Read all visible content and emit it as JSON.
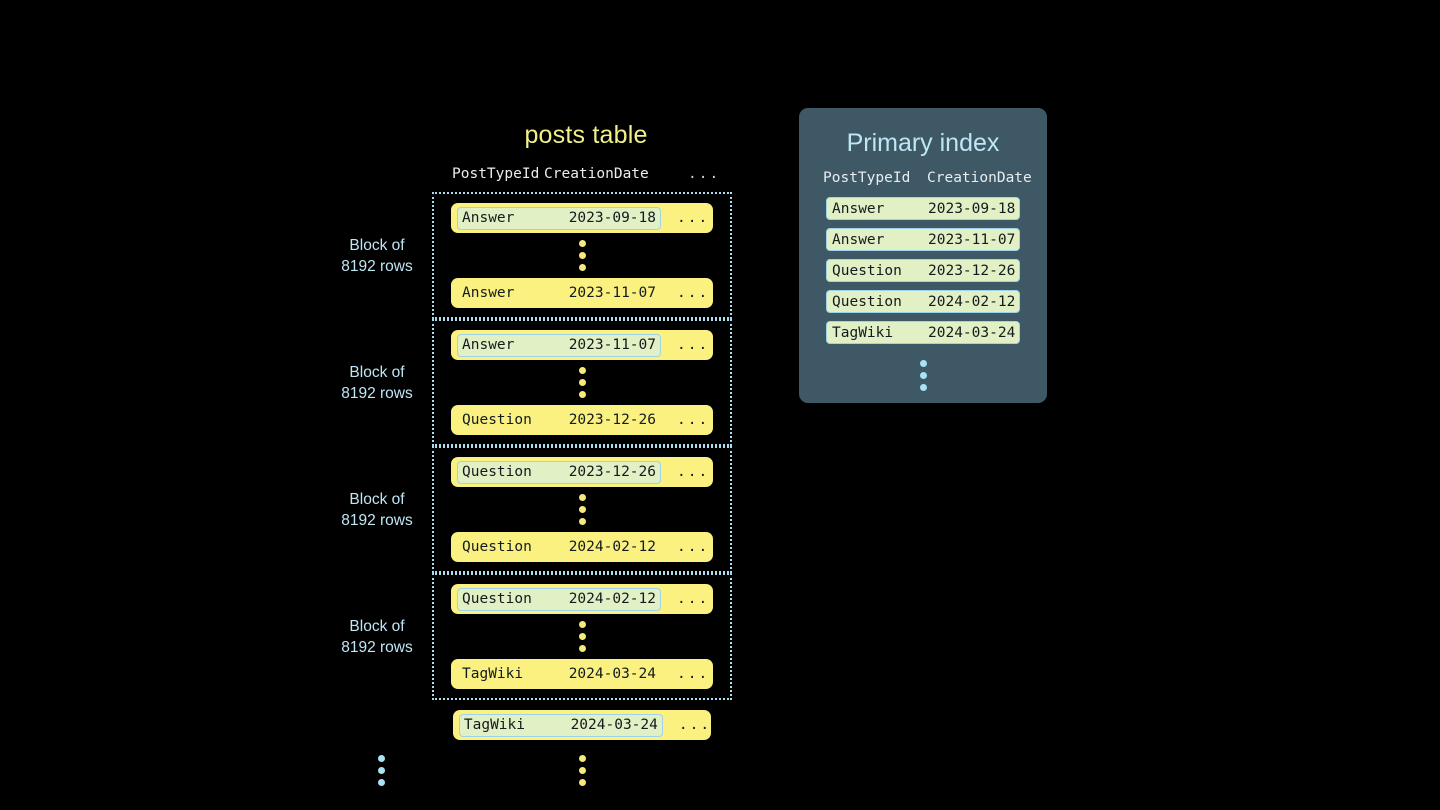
{
  "posts_table": {
    "title": "posts table",
    "columns": [
      "PostTypeId",
      "CreationDate",
      "..."
    ],
    "row_ellipsis": "...",
    "block_label": "Block of\n8192 rows",
    "block_label_line1": "Block of",
    "block_label_line2": "8192 rows",
    "blocks": [
      {
        "label_line1": "Block of",
        "label_line2": "8192 rows",
        "first_row": {
          "post_type_id": "Answer",
          "creation_date": "2023-09-18",
          "more": "...",
          "highlighted": true
        },
        "last_row": {
          "post_type_id": "Answer",
          "creation_date": "2023-11-07",
          "more": "...",
          "highlighted": false
        }
      },
      {
        "label_line1": "Block of",
        "label_line2": "8192 rows",
        "first_row": {
          "post_type_id": "Answer",
          "creation_date": "2023-11-07",
          "more": "...",
          "highlighted": true
        },
        "last_row": {
          "post_type_id": "Question",
          "creation_date": "2023-12-26",
          "more": "...",
          "highlighted": false
        }
      },
      {
        "label_line1": "Block of",
        "label_line2": "8192 rows",
        "first_row": {
          "post_type_id": "Question",
          "creation_date": "2023-12-26",
          "more": "...",
          "highlighted": true
        },
        "last_row": {
          "post_type_id": "Question",
          "creation_date": "2024-02-12",
          "more": "...",
          "highlighted": false
        }
      },
      {
        "label_line1": "Block of",
        "label_line2": "8192 rows",
        "first_row": {
          "post_type_id": "Question",
          "creation_date": "2024-02-12",
          "more": "...",
          "highlighted": true
        },
        "last_row": {
          "post_type_id": "TagWiki",
          "creation_date": "2024-03-24",
          "more": "...",
          "highlighted": false
        }
      }
    ],
    "trailing_row": {
      "post_type_id": "TagWiki",
      "creation_date": "2024-03-24",
      "more": "...",
      "highlighted": true
    }
  },
  "primary_index": {
    "title": "Primary index",
    "columns": [
      "PostTypeId",
      "CreationDate"
    ],
    "entries": [
      {
        "post_type_id": "Answer",
        "creation_date": "2023-09-18"
      },
      {
        "post_type_id": "Answer",
        "creation_date": "2023-11-07"
      },
      {
        "post_type_id": "Question",
        "creation_date": "2023-12-26"
      },
      {
        "post_type_id": "Question",
        "creation_date": "2024-02-12"
      },
      {
        "post_type_id": "TagWiki",
        "creation_date": "2024-03-24"
      }
    ]
  },
  "colors": {
    "background": "#000000",
    "row_yellow": "#faf180",
    "highlight_green": "#e2f0c6",
    "accent_blue": "#a9dced",
    "panel_slate": "#3e5866",
    "title_yellow": "#f2f08a",
    "dot_yellow": "#f4ea7e",
    "dot_blue": "#a9e2f5"
  }
}
